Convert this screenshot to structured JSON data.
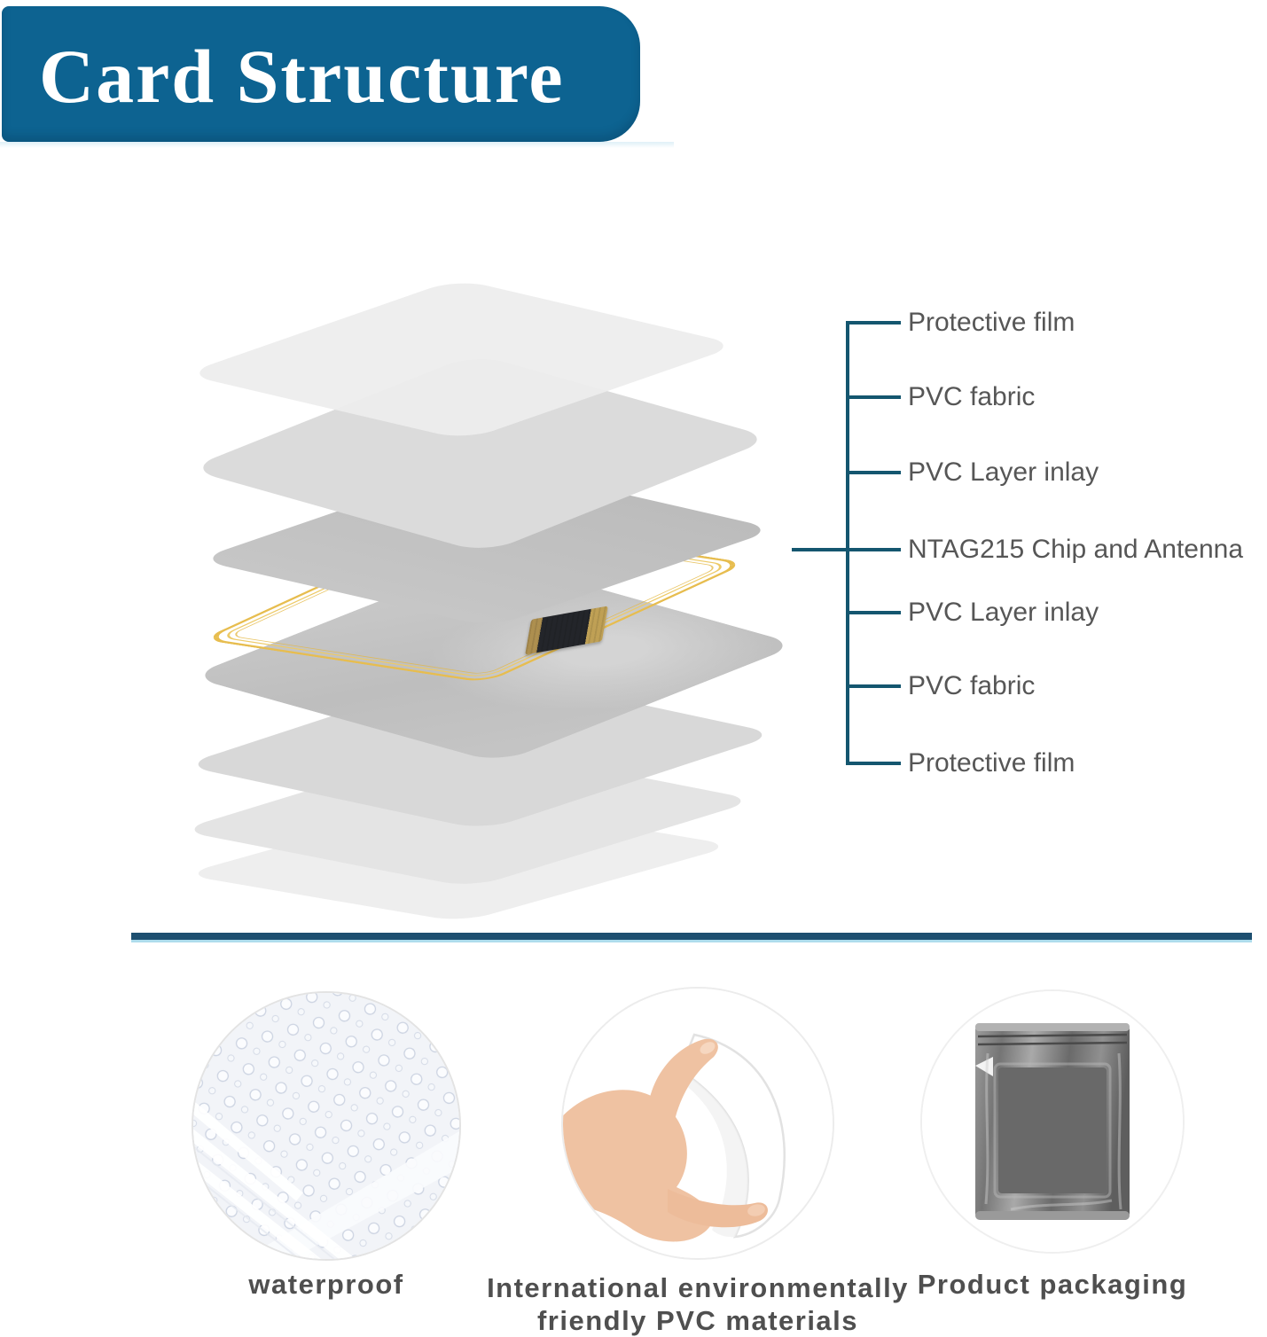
{
  "banner": {
    "title": "Card Structure",
    "bg_color": "#0D6391",
    "text_color": "#FFFFFF"
  },
  "diagram": {
    "line_color": "#14566F",
    "antenna_color": "#E7BD4F",
    "label_text_color": "#565656",
    "labels": [
      {
        "text": "Protective film"
      },
      {
        "text": "PVC fabric"
      },
      {
        "text": "PVC Layer inlay"
      },
      {
        "text": "NTAG215 Chip and Antenna"
      },
      {
        "text": "PVC Layer inlay"
      },
      {
        "text": "PVC fabric"
      },
      {
        "text": "Protective film"
      }
    ]
  },
  "divider_color": "#1D4F70",
  "features": [
    {
      "icon": "water-droplets-photo",
      "caption": "waterproof"
    },
    {
      "icon": "hand-bending-card-photo",
      "caption": "International environmentally friendly PVC materials",
      "caption_line1": "International environmentally",
      "caption_line2": "friendly PVC materials"
    },
    {
      "icon": "foil-zip-bag-photo",
      "caption": "Product packaging"
    }
  ],
  "caption_text_color": "#4F4F4F"
}
